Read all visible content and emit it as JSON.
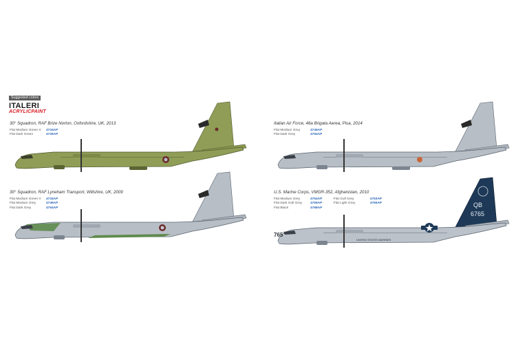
{
  "brand": {
    "suggested_label": "Suggested colors",
    "logo_text": "ITALERI",
    "paint_line": "ACRYLICPAINT"
  },
  "schemes": [
    {
      "title": "30° Squadron, RAF Brize Norton, Oxfordshire, UK, 2013",
      "colors_left": [
        {
          "name": "Flat Medium Green II",
          "code": "4734AP"
        },
        {
          "name": "Flat Dark Green",
          "code": "4726AP"
        }
      ],
      "colors_right": [],
      "livery": "olive-green"
    },
    {
      "title": "Italian Air Force, 46a Brigata Aerea, Pisa, 2014",
      "colors_left": [
        {
          "name": "Flat Medium Grey",
          "code": "4746AP"
        },
        {
          "name": "Flat Dark Grey",
          "code": "4754AP"
        }
      ],
      "colors_right": [],
      "livery": "grey"
    },
    {
      "title": "30° Squadron, RAF Lyneham Transport, Wiltshire, UK, 2009",
      "colors_left": [
        {
          "name": "Flat Medium Green II",
          "code": "4734AP"
        },
        {
          "name": "Flat Medium Grey",
          "code": "4746AP"
        },
        {
          "name": "Flat Dark Grey",
          "code": "4754AP"
        }
      ],
      "colors_right": [],
      "livery": "grey-green"
    },
    {
      "title": "U.S. Marine Corps, VMGR-352, Afghanistan, 2010",
      "colors_left": [
        {
          "name": "Flat Medium Grey",
          "code": "4754AP"
        },
        {
          "name": "Flat Dark Gull Grey",
          "code": "4755AP"
        },
        {
          "name": "Flat Black",
          "code": "4768AP"
        }
      ],
      "colors_right": [
        {
          "name": "Flat Gull Grey",
          "code": "4763AP"
        },
        {
          "name": "Flat Light Grey",
          "code": "4765AP"
        }
      ],
      "livery": "usmc-grey"
    }
  ],
  "markings": {
    "usmc_tail_code": "QB",
    "usmc_tail_number": "6765",
    "usmc_nose_number": "765",
    "usmc_fuselage_text": "UNITED STATES MARINES"
  },
  "colors": {
    "accent_code": "#2a66b8",
    "olive": "#8f9d57",
    "grey": "#b8bec6",
    "usmc_tail": "#1e3957"
  }
}
